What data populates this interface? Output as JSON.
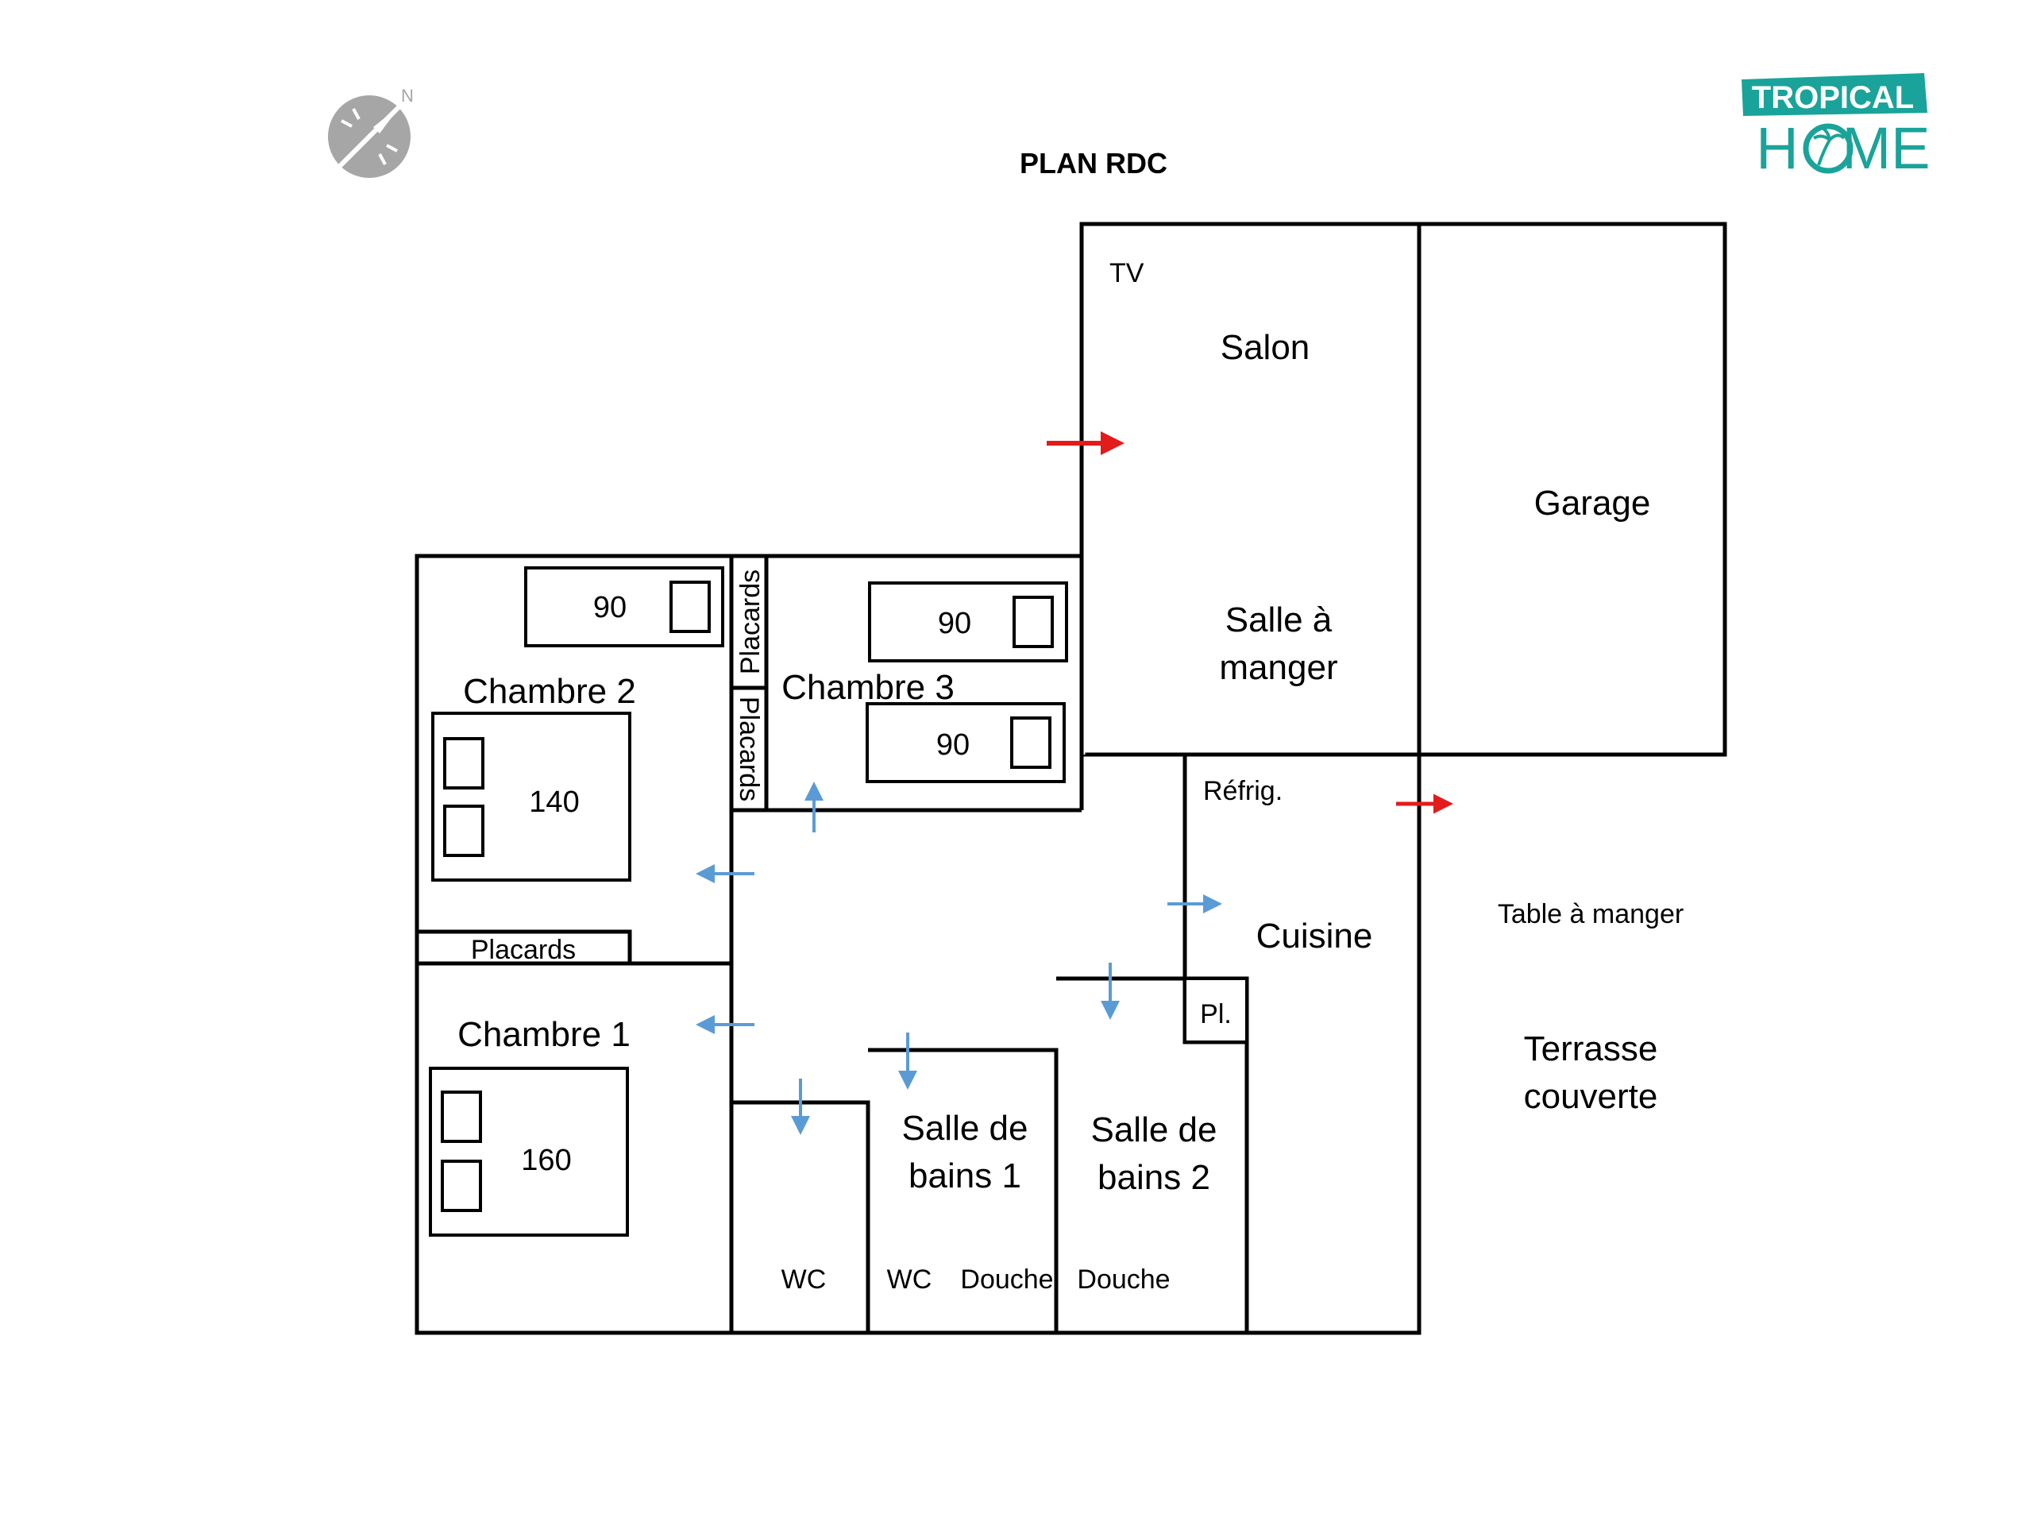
{
  "page": {
    "title": "PLAN RDC"
  },
  "logo": {
    "line1": "TROPICAL",
    "line2_left": "H",
    "line2_right": "ME",
    "color": "#1aa39a"
  },
  "compass": {
    "icon": "compass-icon",
    "north_label": "N",
    "color": "#a6a6a6"
  },
  "rooms": {
    "salon": "Salon",
    "tv": "TV",
    "salle_a_manger_line1": "Salle à",
    "salle_a_manger_line2": "manger",
    "garage": "Garage",
    "chambre1": "Chambre 1",
    "chambre2": "Chambre 2",
    "chambre3": "Chambre 3",
    "cuisine": "Cuisine",
    "refrig": "Réfrig.",
    "placard_small": "Pl.",
    "sdb1_line1": "Salle de",
    "sdb1_line2": "bains 1",
    "sdb2_line1": "Salle de",
    "sdb2_line2": "bains 2",
    "wc1": "WC",
    "wc2": "WC",
    "douche1": "Douche",
    "douche2": "Douche",
    "placards_ch2": "Placards",
    "placards_v1": "Placards",
    "placards_v2": "Placards",
    "table_a_manger": "Table à manger",
    "terrasse_line1": "Terrasse",
    "terrasse_line2": "couverte"
  },
  "beds": {
    "ch2_single": "90",
    "ch2_double": "140",
    "ch3_single_top": "90",
    "ch3_single_bottom": "90",
    "ch1_double": "160"
  },
  "colors": {
    "wall": "#000000",
    "entrance_arrow": "#e31b1b",
    "door_arrow": "#5b9bd5"
  }
}
